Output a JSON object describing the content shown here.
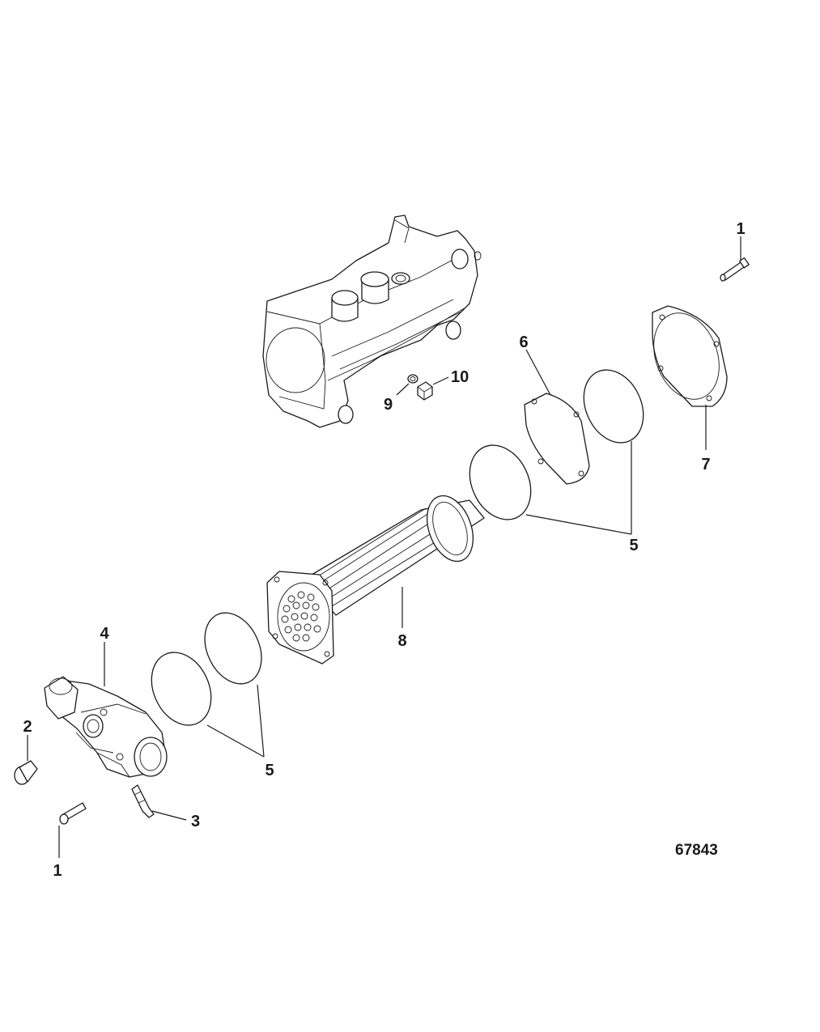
{
  "callouts": {
    "c1_top": "1",
    "c10": "10",
    "c9": "9",
    "c6": "6",
    "c7": "7",
    "c5_right": "5",
    "c8": "8",
    "c4": "4",
    "c2": "2",
    "c3": "3",
    "c5_left": "5",
    "c1_bottom": "1"
  },
  "figure_number": "67843"
}
